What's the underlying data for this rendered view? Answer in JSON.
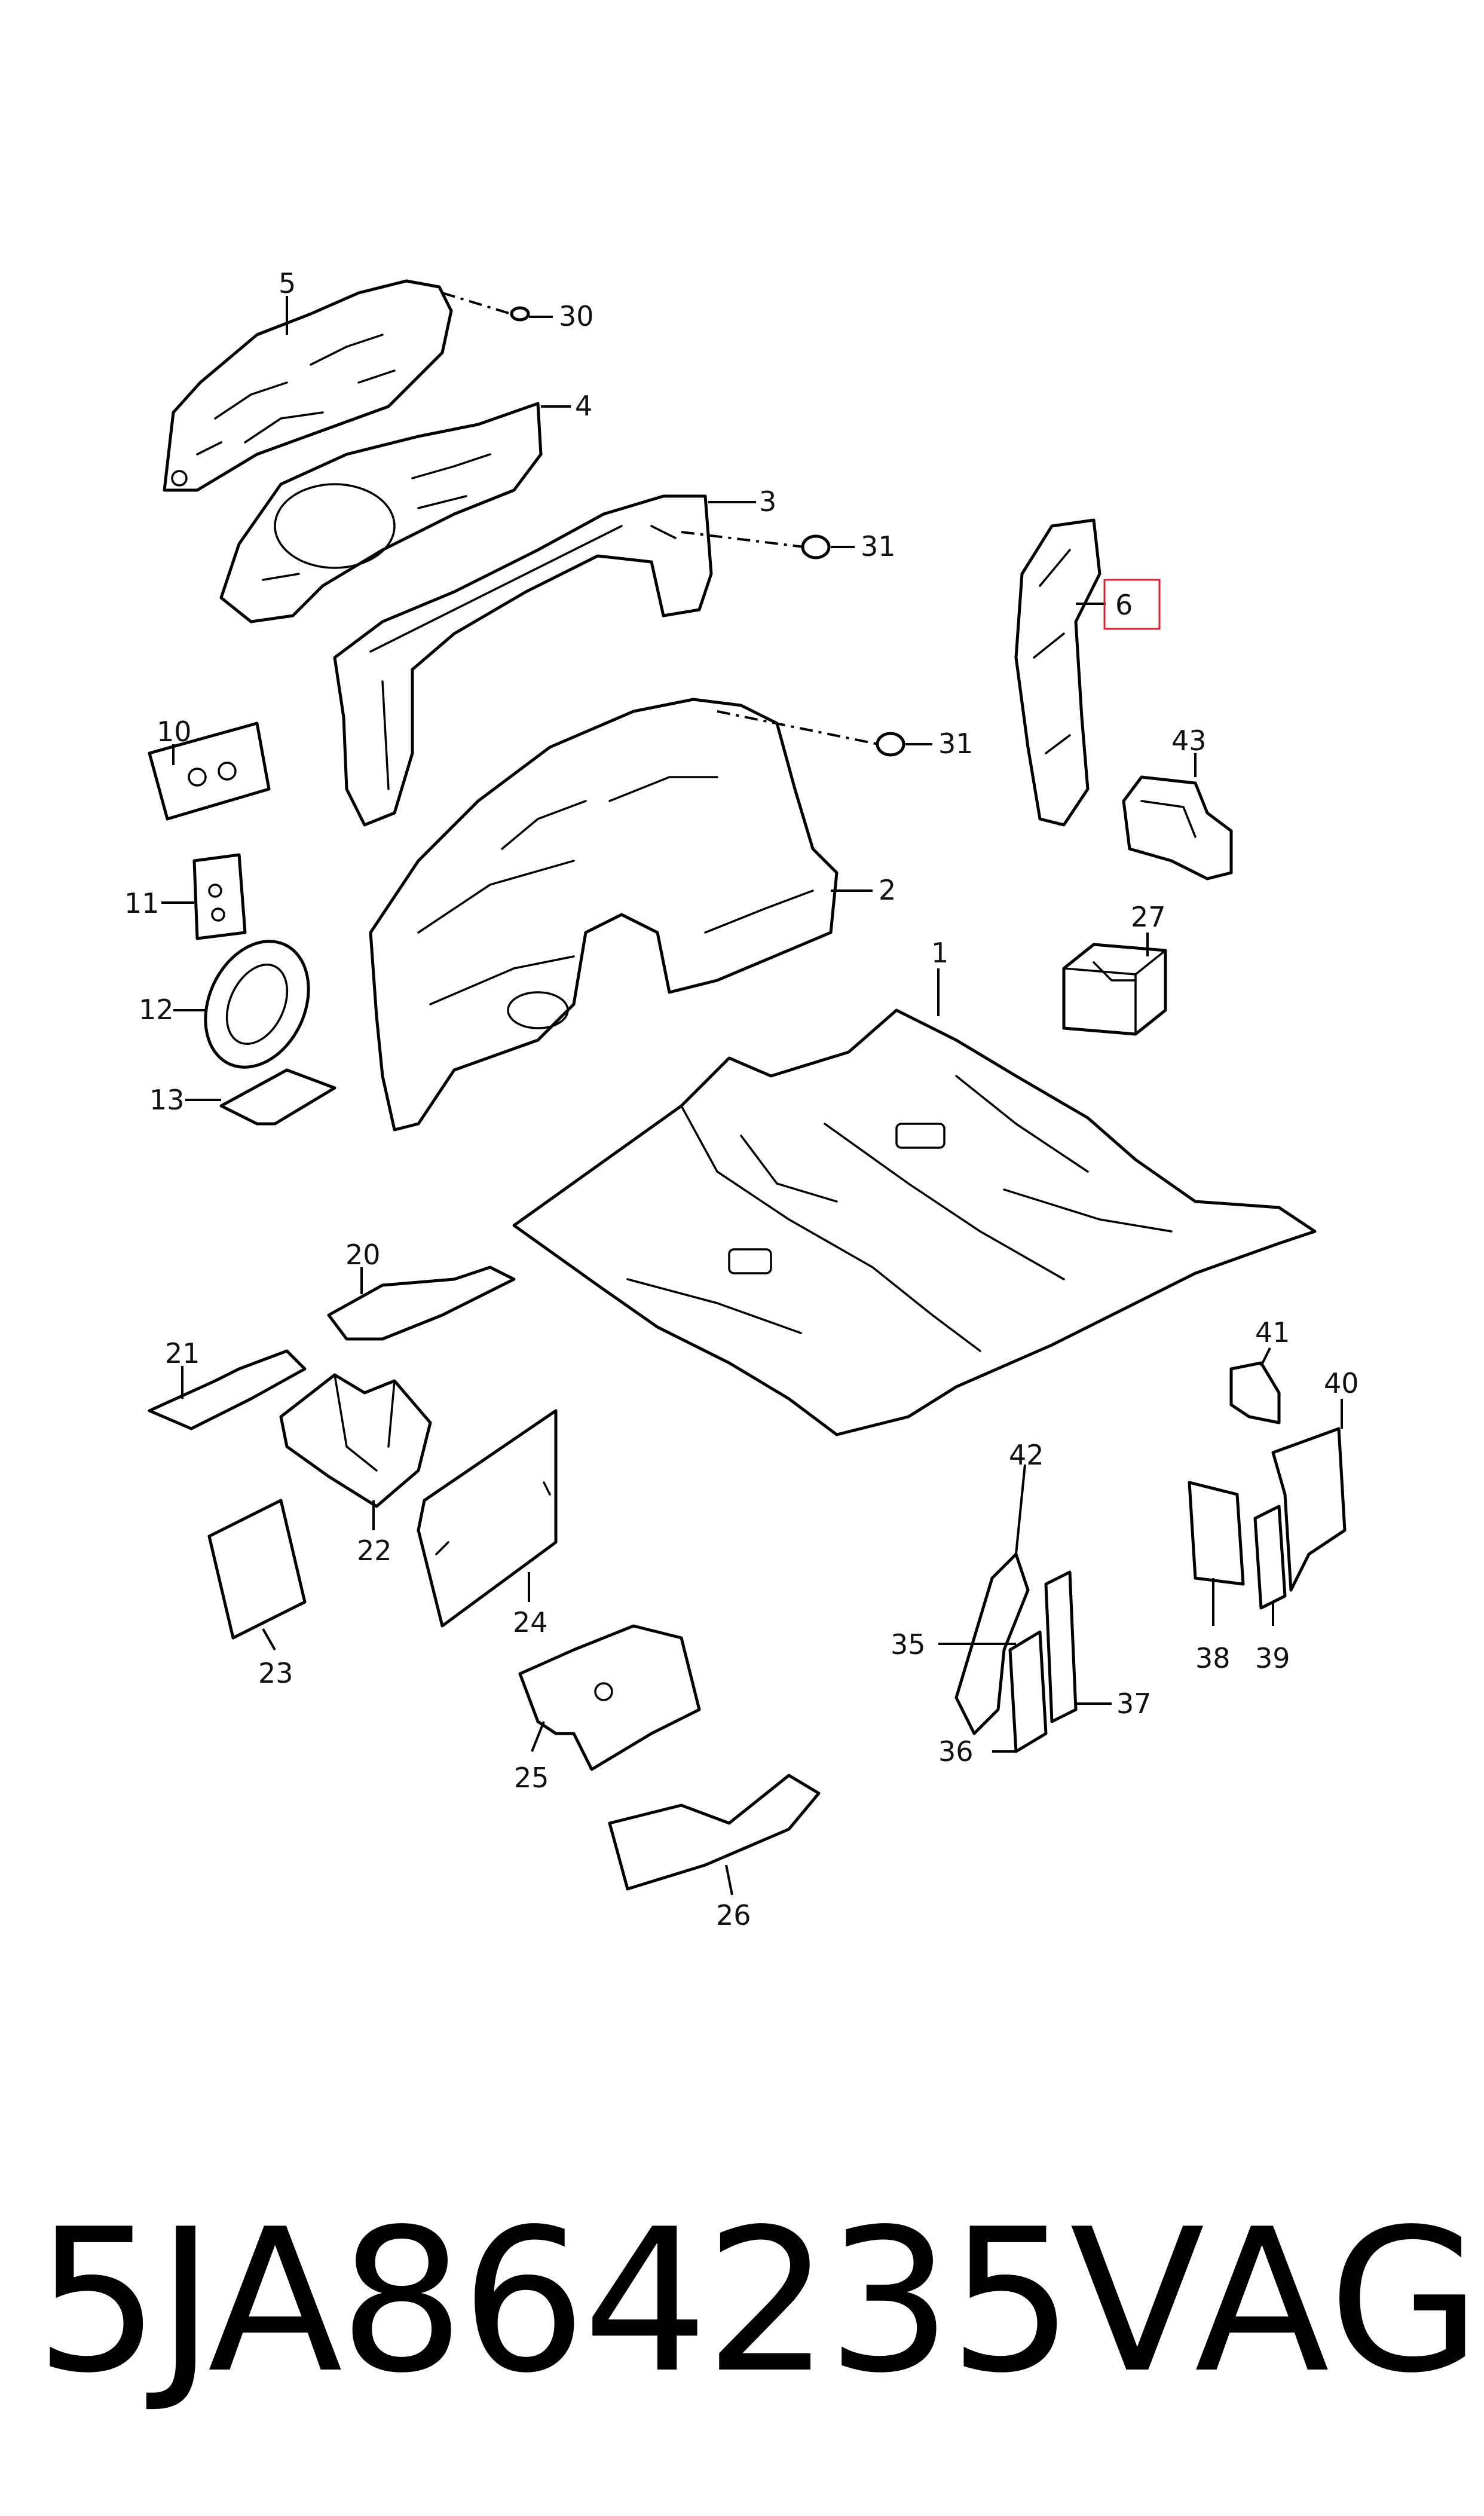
{
  "diagram": {
    "callouts": [
      "1",
      "2",
      "3",
      "4",
      "5",
      "6",
      "10",
      "11",
      "12",
      "13",
      "20",
      "21",
      "22",
      "23",
      "24",
      "25",
      "26",
      "27",
      "30",
      "31",
      "31",
      "35",
      "36",
      "37",
      "38",
      "39",
      "40",
      "41",
      "42",
      "43"
    ],
    "highlighted_callout": "6",
    "highlight_color": "#e0242b"
  },
  "footer": {
    "part_number": "5JA864235",
    "brand": "VAG"
  }
}
